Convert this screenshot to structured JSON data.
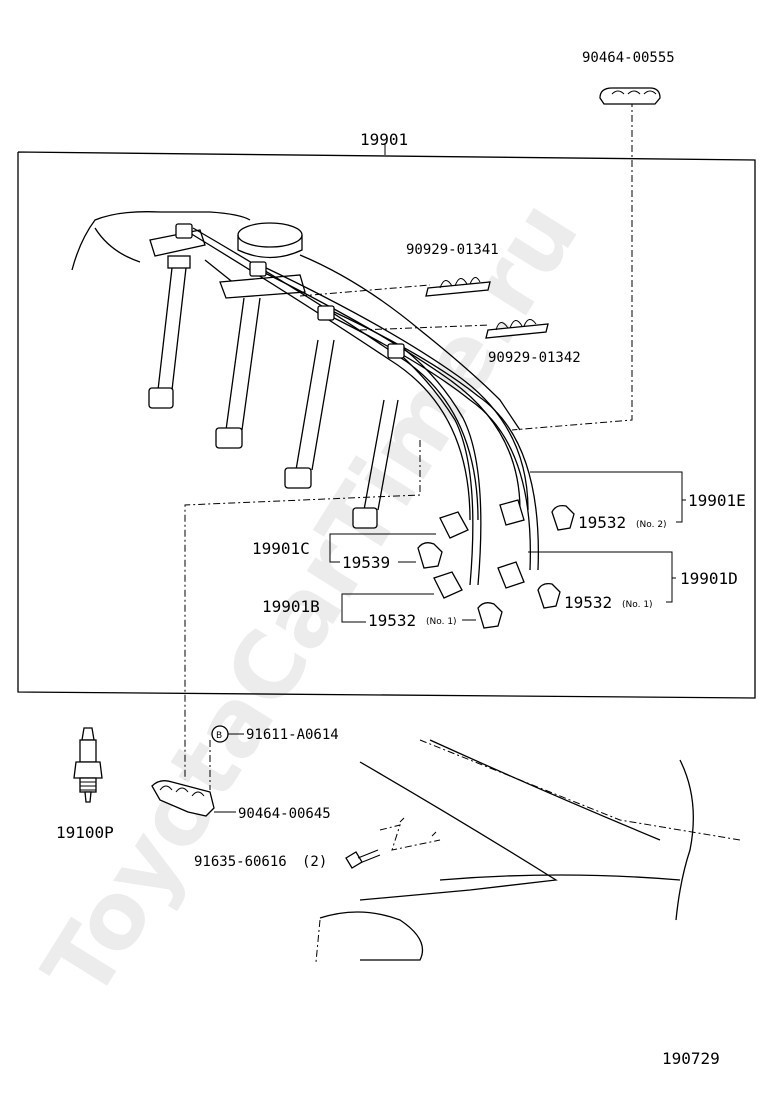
{
  "diagram": {
    "figure_code": "190729",
    "watermark": "ToyotaCarTime.ru",
    "parts": {
      "cord_set": "19901",
      "clamp_top": "90464-00555",
      "clamp_a": "90929-01341",
      "clamp_b": "90929-01342",
      "cord_e": "19901E",
      "cap_e": "19532",
      "cap_e_note": "(No. 2)",
      "cord_c": "19901C",
      "cap_c": "19539",
      "cord_d": "19901D",
      "cap_d": "19532",
      "cap_d_note": "(No. 1)",
      "cord_b": "19901B",
      "cap_b": "19532",
      "cap_b_note": "(No. 1)",
      "spark_plug": "19100P",
      "nut_marker": "B",
      "nut": "91611-A0614",
      "clamp_bottom": "90464-00645",
      "bolt": "91635-60616",
      "bolt_qty": "(2)"
    }
  }
}
